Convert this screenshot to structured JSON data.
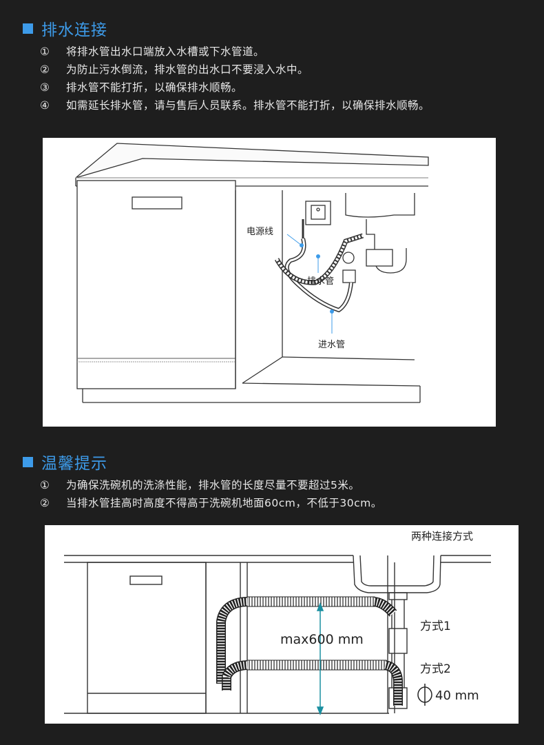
{
  "section1": {
    "title": "排水连接",
    "items": [
      {
        "num": "①",
        "text": "将排水管出水口端放入水槽或下水管道。"
      },
      {
        "num": "②",
        "text": "为防止污水倒流，排水管的出水口不要浸入水中。"
      },
      {
        "num": "③",
        "text": "排水管不能打折，以确保排水顺畅。"
      },
      {
        "num": "④",
        "text": "如需延长排水管，请与售后人员联系。排水管不能打折，以确保排水顺畅。"
      }
    ],
    "diagram": {
      "label_power": "电源线",
      "label_drain": "排水管",
      "label_inlet": "进水管"
    }
  },
  "section2": {
    "title": "温馨提示",
    "items": [
      {
        "num": "①",
        "text": "为确保洗碗机的洗涤性能，排水管的长度尽量不要超过5米。"
      },
      {
        "num": "②",
        "text": "当排水管挂高时高度不得高于洗碗机地面60cm，不低于30cm。"
      }
    ],
    "diagram": {
      "heading": "两种连接方式",
      "height_label": "max600 mm",
      "method1": "方式1",
      "method2": "方式2",
      "diameter": "40 mm"
    }
  },
  "colors": {
    "accent": "#3d9be9",
    "background": "#1e1e1e"
  }
}
